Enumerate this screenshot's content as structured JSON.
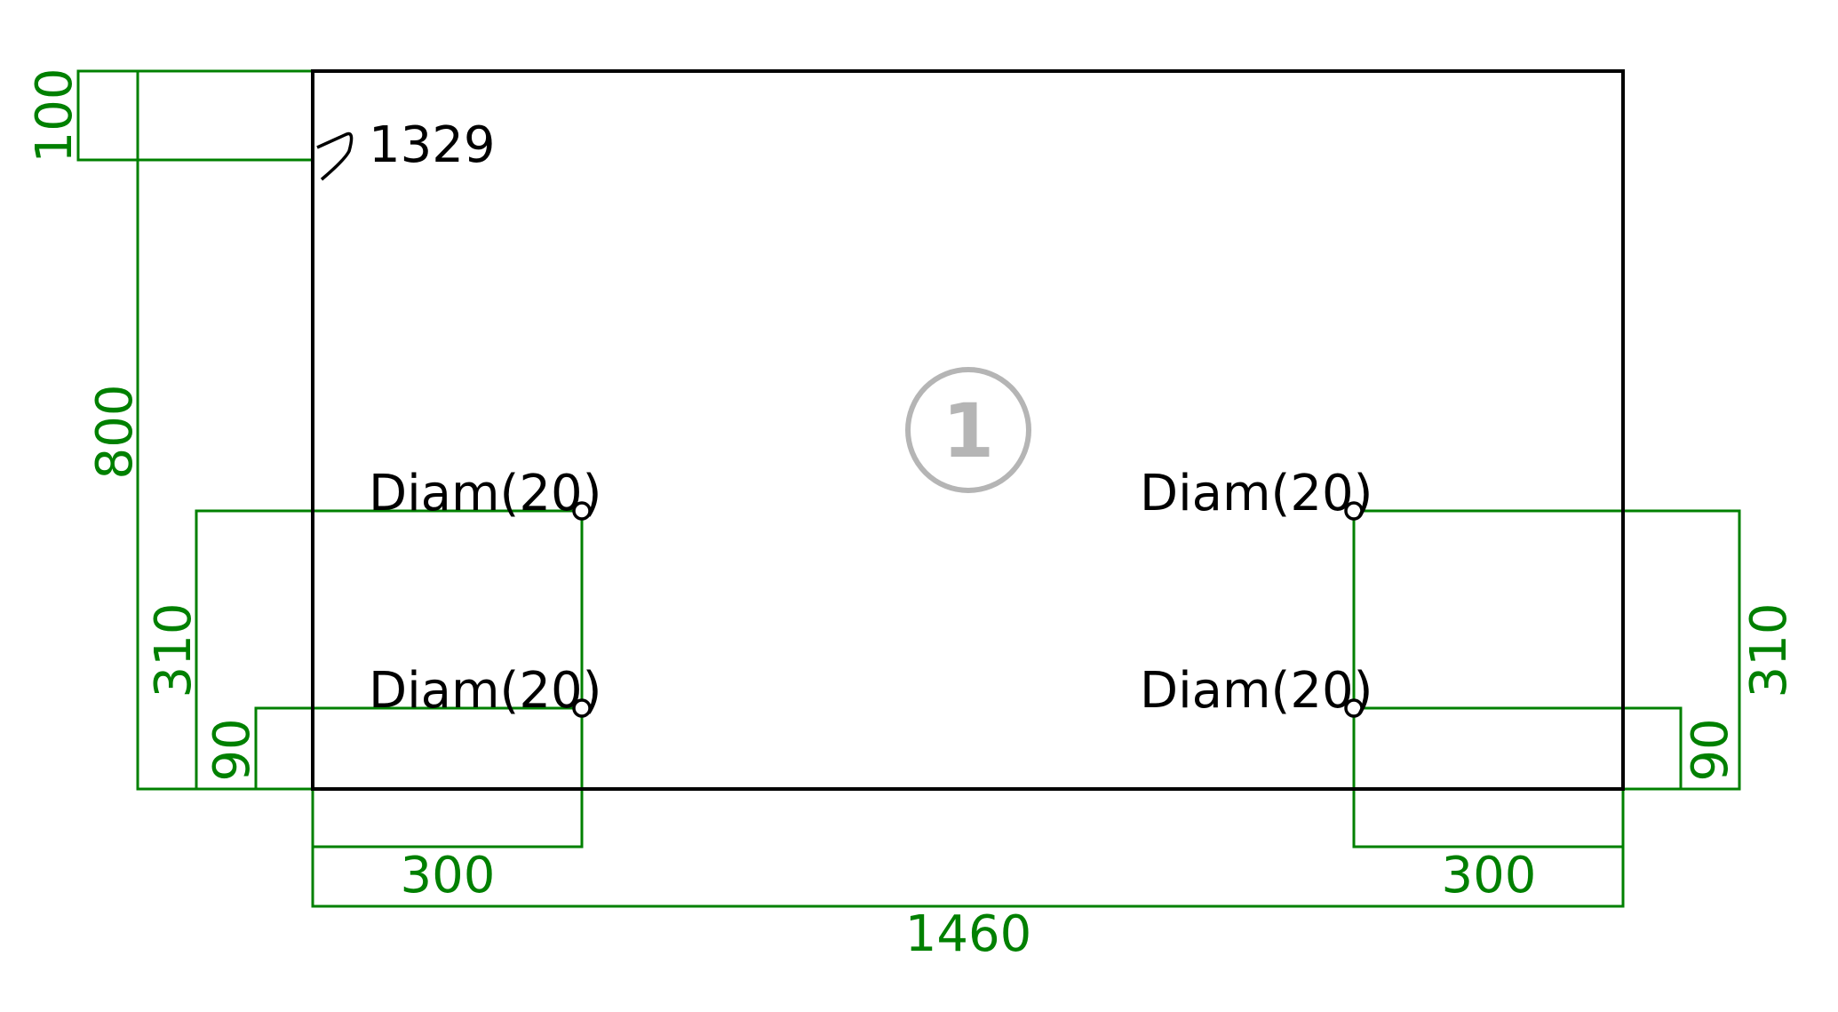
{
  "colors": {
    "dimension": "#008000",
    "outline": "#000000",
    "badge": "#b5b5b5"
  },
  "panel": {
    "badge_number": "1",
    "edge_code": "1329"
  },
  "holes": {
    "labels": [
      "Diam(20)",
      "Diam(20)",
      "Diam(20)",
      "Diam(20)"
    ]
  },
  "dimensions": {
    "overall_width": "1460",
    "overall_height": "800",
    "edge_offset": "100",
    "hole_x_left": "300",
    "hole_x_right": "300",
    "hole_upper_y_left": "310",
    "hole_upper_y_right": "310",
    "hole_lower_y_left": "90",
    "hole_lower_y_right": "90"
  }
}
